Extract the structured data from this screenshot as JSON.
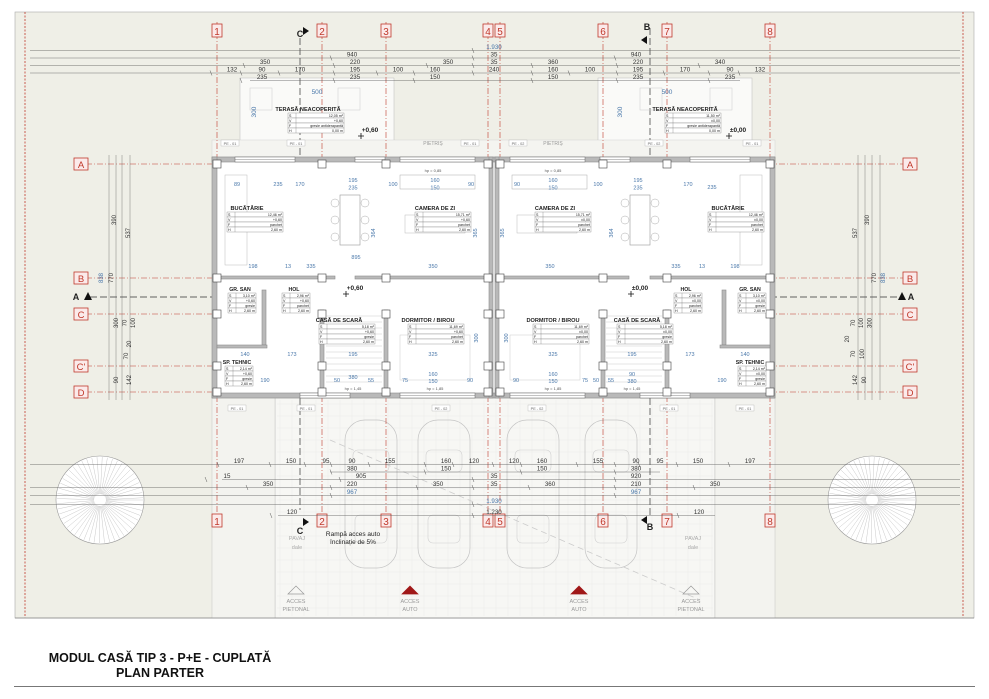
{
  "title": {
    "line1": "MODUL CASĂ TIP 3 - P+E - CUPLATĂ",
    "line2": "PLAN PARTER"
  },
  "colors": {
    "site": "#efefe7",
    "terrace": "#fafaf8",
    "grid": "#c0392b",
    "grid_label_fill": "#fbeaea",
    "wall": "#8c8c8c",
    "dimension": "#333333",
    "dimension_blue": "#4a78aa",
    "access_auto": "#a01818",
    "access_pedestrian": "#999999"
  },
  "grid": {
    "vertical": [
      "1",
      "2",
      "3",
      "4",
      "5",
      "6",
      "7",
      "8"
    ],
    "horizontal_left": [
      "A",
      "B",
      "C",
      "C'",
      "D"
    ],
    "horizontal_right": [
      "A",
      "B",
      "C",
      "C'",
      "D"
    ]
  },
  "sections": {
    "a_left": "A",
    "a_right": "A",
    "b_top": "B",
    "b_bottom": "B",
    "c_top": "C",
    "c_bottom": "C"
  },
  "dimensions_top": {
    "overall": [
      "1.930"
    ],
    "row1": [
      "940",
      "35",
      "940"
    ],
    "row2": [
      "350",
      "220",
      "350",
      "35",
      "360",
      "220",
      "340"
    ],
    "row3": [
      "132",
      "90",
      "170",
      "195",
      "100",
      "160",
      "240",
      "160",
      "100",
      "195",
      "170",
      "90",
      "132"
    ],
    "row4": [
      "235",
      "235",
      "150",
      "150",
      "235",
      "235"
    ],
    "terrace": [
      "500",
      "300",
      "500",
      "300"
    ]
  },
  "dimensions_bottom": {
    "row1": [
      "197",
      "150",
      "95",
      "90",
      "155",
      "160",
      "120",
      "120",
      "160",
      "155",
      "90",
      "95",
      "150",
      "197"
    ],
    "row2": [
      "380",
      "150",
      "150",
      "380"
    ],
    "row3": [
      "15",
      "905",
      "35",
      "920"
    ],
    "row4": [
      "350",
      "220",
      "350",
      "35",
      "360",
      "210",
      "350"
    ],
    "row5": [
      "967",
      "967"
    ],
    "overall": [
      "1.930"
    ],
    "row6": [
      "120",
      "1.230",
      "120"
    ]
  },
  "dimensions_side": {
    "left": [
      "390",
      "537",
      "838",
      "770",
      "300",
      "70",
      "100",
      "20",
      "70",
      "90",
      "142"
    ],
    "right": [
      "537",
      "390",
      "770",
      "838",
      "70",
      "100",
      "300",
      "20",
      "70",
      "100",
      "142",
      "90"
    ]
  },
  "dimensions_interior": [
    "89",
    "235",
    "170",
    "195",
    "235",
    "100",
    "160",
    "150",
    "90",
    "895",
    "198",
    "13",
    "335",
    "350",
    "350",
    "335",
    "198",
    "13",
    "90",
    "235",
    "170",
    "195",
    "235",
    "100",
    "160",
    "150",
    "140",
    "173",
    "195",
    "325",
    "190",
    "50",
    "380",
    "55",
    "75",
    "160",
    "150",
    "90",
    "325",
    "195",
    "173",
    "140",
    "190",
    "90",
    "380",
    "55",
    "50",
    "75",
    "160",
    "150",
    "90",
    "364",
    "364",
    "365",
    "365",
    "300",
    "300"
  ],
  "levels": {
    "left_terrace": "+0,60",
    "left_hall": "+0,60",
    "right_terrace": "±0,00",
    "right_hall": "±0,00"
  },
  "small_tags": {
    "pietris_left": "PIETRIȘ",
    "pietris_right": "PIETRIȘ",
    "pe01": "PE - 01",
    "pe02": "PE - 02",
    "hp_a": "hp = 0,85",
    "hp_b": "hp = 1,85",
    "hp_c": "hp = 1,45"
  },
  "rooms": [
    {
      "name": "TERASĂ NEACOPERITĂ",
      "S": "12,05 m²",
      "V": "+0,60",
      "F": "gresie antiderapantă",
      "H": "0,00 m"
    },
    {
      "name": "BUCĂTĂRIE",
      "S": "12,46 m²",
      "V": "+0,60",
      "F": "parchet",
      "H": "2,60 m"
    },
    {
      "name": "CAMERA DE ZI",
      "S": "15,71 m²",
      "V": "+0,60",
      "F": "parchet",
      "H": "2,60 m"
    },
    {
      "name": "GR. SAN",
      "S": "3,10 m²",
      "V": "+0,60",
      "F": "gresie",
      "H": "2,60 m"
    },
    {
      "name": "HOL",
      "S": "2,96 m²",
      "V": "+0,60",
      "F": "parchet",
      "H": "2,60 m"
    },
    {
      "name": "CASĂ DE SCARĂ",
      "S": "5,18 m²",
      "V": "+0,60",
      "F": "gresie",
      "H": "2,60 m"
    },
    {
      "name": "DORMITOR / BIROU",
      "S": "11,69 m²",
      "V": "+0,60",
      "F": "parchet",
      "H": "2,60 m"
    },
    {
      "name": "SP. TEHNIC",
      "S": "2,14 m²",
      "V": "+0,60",
      "F": "gresie",
      "H": "2,60 m"
    },
    {
      "name": "TERASĂ NEACOPERITĂ",
      "S": "11,50 m²",
      "V": "±0,00",
      "F": "gresie antiderapantă",
      "H": "0,00 m"
    },
    {
      "name": "BUCĂTĂRIE",
      "S": "12,46 m²",
      "V": "±0,00",
      "F": "parchet",
      "H": "2,60 m"
    },
    {
      "name": "CAMERA DE ZI",
      "S": "15,71 m²",
      "V": "±0,00",
      "F": "parchet",
      "H": "2,60 m"
    },
    {
      "name": "GR. SAN",
      "S": "3,10 m²",
      "V": "±0,00",
      "F": "gresie",
      "H": "2,60 m"
    },
    {
      "name": "HOL",
      "S": "2,96 m²",
      "V": "±0,00",
      "F": "parchet",
      "H": "2,60 m"
    },
    {
      "name": "CASĂ DE SCARĂ",
      "S": "5,18 m²",
      "V": "±0,00",
      "F": "gresie",
      "H": "2,60 m"
    },
    {
      "name": "DORMITOR / BIROU",
      "S": "11,69 m²",
      "V": "±0,00",
      "F": "parchet",
      "H": "2,60 m"
    },
    {
      "name": "SP. TEHNIC",
      "S": "2,14 m²",
      "V": "±0,00",
      "F": "gresie",
      "H": "2,60 m"
    }
  ],
  "site": {
    "ramp_line1": "Rampă acces auto",
    "ramp_line2": "înclinație de 5%",
    "paving_left_1": "PAVAJ",
    "paving_left_2": "dale",
    "paving_right_1": "PAVAJ",
    "paving_right_2": "dale"
  },
  "access": [
    {
      "line1": "ACCES",
      "line2": "PIETONAL",
      "type": "pedestrian"
    },
    {
      "line1": "ACCES",
      "line2": "AUTO",
      "type": "auto"
    },
    {
      "line1": "ACCES",
      "line2": "AUTO",
      "type": "auto"
    },
    {
      "line1": "ACCES",
      "line2": "PIETONAL",
      "type": "pedestrian"
    }
  ]
}
